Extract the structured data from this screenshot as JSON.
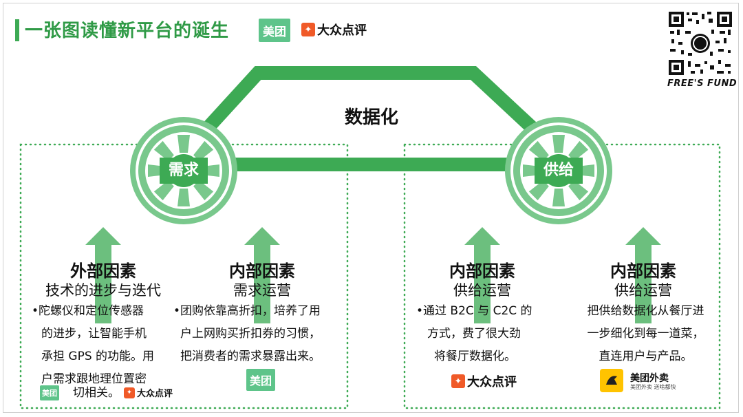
{
  "header": {
    "title": "一张图读懂新平台的诞生",
    "meituan_logo": "美团",
    "dianping_logo": "大众点评",
    "qr_caption": "FREE'S FUND"
  },
  "center": {
    "label": "数据化",
    "demand_wheel": "需求",
    "supply_wheel": "供给"
  },
  "columns": [
    {
      "heading": "外部因素",
      "subheading": "技术的进步与迭代",
      "body": [
        "•陀螺仪和定位传感器",
        "的进步，让智能手机",
        "承担 GPS 的功能。用",
        "户需求跟地理位置密",
        "切相关。"
      ],
      "logos": [
        "美团",
        "大众点评"
      ]
    },
    {
      "heading": "内部因素",
      "subheading": "需求运营",
      "body": [
        "•团购依靠高折扣，培养了用",
        "户上网购买折扣券的习惯，",
        "把消费者的需求暴露出来。"
      ],
      "logos": [
        "美团"
      ]
    },
    {
      "heading": "内部因素",
      "subheading": "供给运营",
      "body": [
        "•通过 B2C 与 C2C 的",
        "方式，费了很大劲",
        "将餐厅数据化。"
      ],
      "logos": [
        "大众点评"
      ]
    },
    {
      "heading": "内部因素",
      "subheading": "供给运营",
      "body": [
        "把供给数据化从餐厅进",
        "一步细化到每一道菜，",
        "直连用户与产品。"
      ],
      "logos": [
        "美团外卖",
        "美团外卖 送啥都快"
      ]
    }
  ],
  "colors": {
    "accent": "#3daa54",
    "light_accent": "#79c88c",
    "dianping": "#f05a28",
    "waimai": "#ffc300"
  }
}
